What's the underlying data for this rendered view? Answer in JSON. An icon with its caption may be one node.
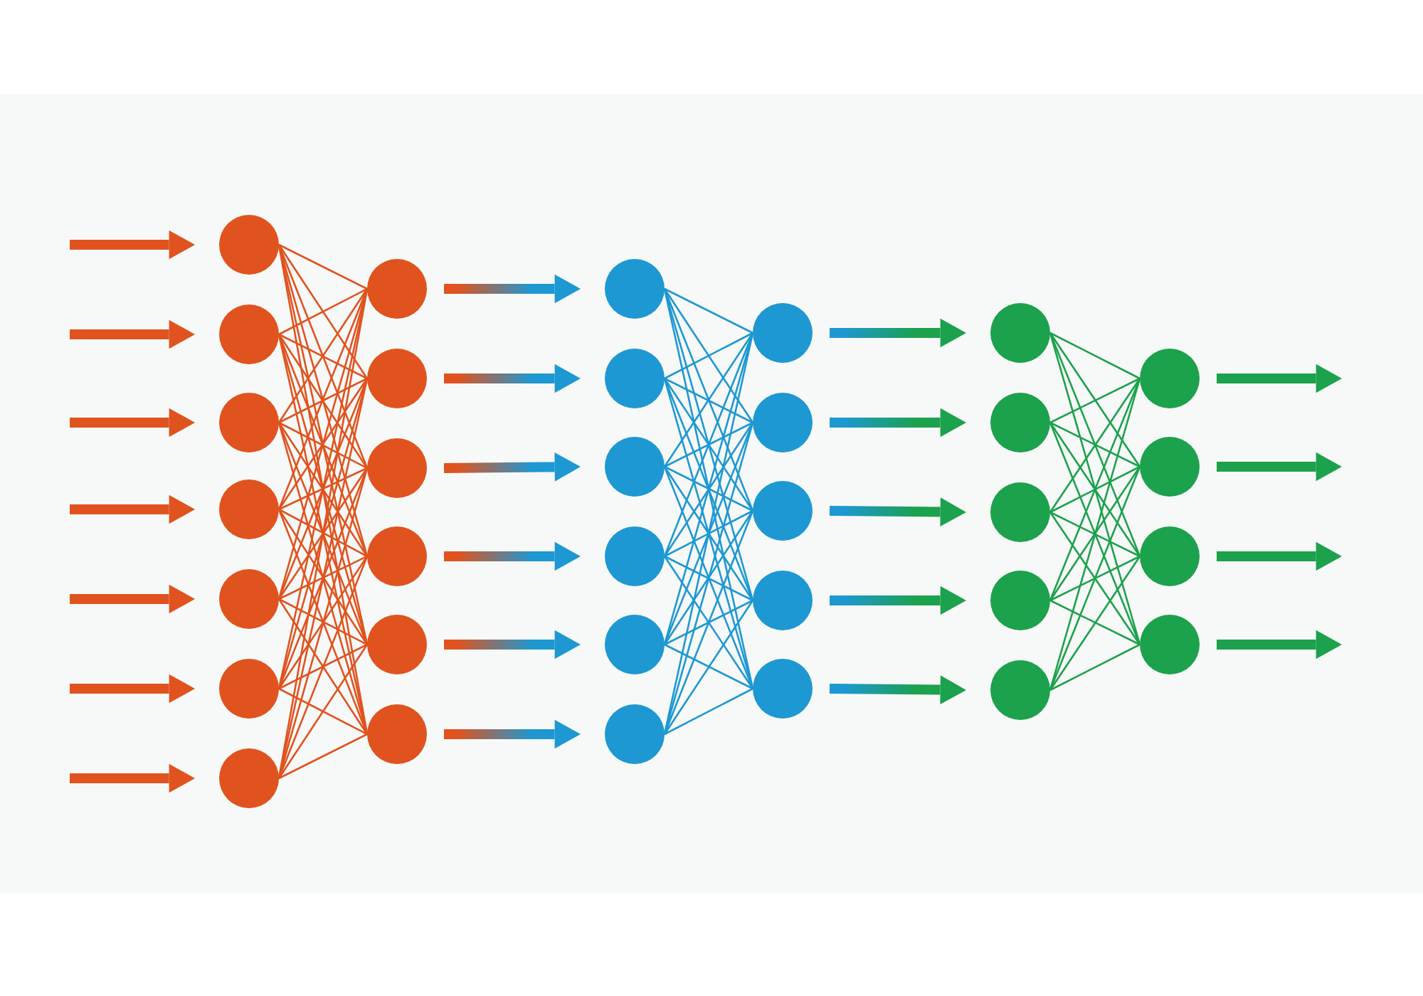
{
  "diagram": {
    "nodes": [
      {
        "text": [],
        "shape": "circle"
      },
      {
        "text": [],
        "shape": "circle"
      },
      {
        "text": [],
        "shape": "circle"
      },
      {
        "text": [],
        "shape": "circle"
      },
      {
        "text": [],
        "shape": "circle"
      },
      {
        "text": [],
        "shape": "circle"
      },
      {
        "text": [],
        "shape": "circle"
      },
      {
        "text": [],
        "shape": "circle"
      },
      {
        "text": [],
        "shape": "circle"
      },
      {
        "text": [],
        "shape": "circle"
      },
      {
        "text": [],
        "shape": "circle"
      },
      {
        "text": [],
        "shape": "circle"
      },
      {
        "text": [],
        "shape": "circle"
      },
      {
        "text": [],
        "shape": "circle"
      },
      {
        "text": [],
        "shape": "circle"
      },
      {
        "text": [],
        "shape": "circle"
      },
      {
        "text": [],
        "shape": "circle"
      },
      {
        "text": [],
        "shape": "circle"
      },
      {
        "text": [],
        "shape": "circle"
      },
      {
        "text": [],
        "shape": "circle"
      },
      {
        "text": [],
        "shape": "circle"
      },
      {
        "text": [],
        "shape": "circle"
      },
      {
        "text": [],
        "shape": "circle"
      },
      {
        "text": [],
        "shape": "circle"
      },
      {
        "text": [],
        "shape": "circle"
      },
      {
        "text": [],
        "shape": "circle"
      },
      {
        "text": [],
        "shape": "circle"
      },
      {
        "text": [],
        "shape": "circle"
      },
      {
        "text": [],
        "shape": "circle"
      },
      {
        "text": [],
        "shape": "circle"
      },
      {
        "text": [],
        "shape": "circle"
      },
      {
        "text": [],
        "shape": "circle"
      },
      {
        "text": [],
        "shape": "circle"
      }
    ],
    "edges": [
      {
        "from": null,
        "to": 0,
        "arrow": "to",
        "style": "thick"
      },
      {
        "from": null,
        "to": 1,
        "arrow": "to",
        "style": "thick"
      },
      {
        "from": null,
        "to": 2,
        "arrow": "to",
        "style": "thick"
      },
      {
        "from": null,
        "to": 3,
        "arrow": "to",
        "style": "thick"
      },
      {
        "from": null,
        "to": 4,
        "arrow": "to",
        "style": "thick"
      },
      {
        "from": null,
        "to": 5,
        "arrow": "to",
        "style": "thick"
      },
      {
        "from": null,
        "to": 6,
        "arrow": "to",
        "style": "thick"
      },
      {
        "from": 0,
        "to": 7,
        "arrow": "none"
      },
      {
        "from": 0,
        "to": 8,
        "arrow": "none"
      },
      {
        "from": 0,
        "to": 9,
        "arrow": "none"
      },
      {
        "from": 0,
        "to": 10,
        "arrow": "none"
      },
      {
        "from": 0,
        "to": 11,
        "arrow": "none"
      },
      {
        "from": 0,
        "to": 12,
        "arrow": "none"
      },
      {
        "from": 1,
        "to": 7,
        "arrow": "none"
      },
      {
        "from": 1,
        "to": 8,
        "arrow": "none"
      },
      {
        "from": 1,
        "to": 9,
        "arrow": "none"
      },
      {
        "from": 1,
        "to": 10,
        "arrow": "none"
      },
      {
        "from": 1,
        "to": 11,
        "arrow": "none"
      },
      {
        "from": 1,
        "to": 12,
        "arrow": "none"
      },
      {
        "from": 2,
        "to": 7,
        "arrow": "none"
      },
      {
        "from": 2,
        "to": 8,
        "arrow": "none"
      },
      {
        "from": 2,
        "to": 9,
        "arrow": "none"
      },
      {
        "from": 2,
        "to": 10,
        "arrow": "none"
      },
      {
        "from": 2,
        "to": 11,
        "arrow": "none"
      },
      {
        "from": 2,
        "to": 12,
        "arrow": "none"
      },
      {
        "from": 3,
        "to": 7,
        "arrow": "none"
      },
      {
        "from": 3,
        "to": 8,
        "arrow": "none"
      },
      {
        "from": 3,
        "to": 9,
        "arrow": "none"
      },
      {
        "from": 3,
        "to": 10,
        "arrow": "none"
      },
      {
        "from": 3,
        "to": 11,
        "arrow": "none"
      },
      {
        "from": 3,
        "to": 12,
        "arrow": "none"
      },
      {
        "from": 4,
        "to": 7,
        "arrow": "none"
      },
      {
        "from": 4,
        "to": 8,
        "arrow": "none"
      },
      {
        "from": 4,
        "to": 9,
        "arrow": "none"
      },
      {
        "from": 4,
        "to": 10,
        "arrow": "none"
      },
      {
        "from": 4,
        "to": 11,
        "arrow": "none"
      },
      {
        "from": 4,
        "to": 12,
        "arrow": "none"
      },
      {
        "from": 5,
        "to": 7,
        "arrow": "none"
      },
      {
        "from": 5,
        "to": 8,
        "arrow": "none"
      },
      {
        "from": 5,
        "to": 9,
        "arrow": "none"
      },
      {
        "from": 5,
        "to": 10,
        "arrow": "none"
      },
      {
        "from": 5,
        "to": 11,
        "arrow": "none"
      },
      {
        "from": 5,
        "to": 12,
        "arrow": "none"
      },
      {
        "from": 6,
        "to": 7,
        "arrow": "none"
      },
      {
        "from": 6,
        "to": 8,
        "arrow": "none"
      },
      {
        "from": 6,
        "to": 9,
        "arrow": "none"
      },
      {
        "from": 6,
        "to": 10,
        "arrow": "none"
      },
      {
        "from": 6,
        "to": 11,
        "arrow": "none"
      },
      {
        "from": 6,
        "to": 12,
        "arrow": "none"
      },
      {
        "from": 7,
        "to": 13,
        "arrow": "to",
        "style": "thick",
        "color": "#1d98d2"
      },
      {
        "from": 8,
        "to": 14,
        "arrow": "to",
        "style": "thick",
        "color": "#1d98d2"
      },
      {
        "from": 9,
        "to": 15,
        "arrow": "to",
        "style": "thick",
        "color": "#1d98d2"
      },
      {
        "from": 10,
        "to": 16,
        "arrow": "to",
        "style": "thick",
        "color": "#1d98d2"
      },
      {
        "from": 11,
        "to": 17,
        "arrow": "to",
        "style": "thick",
        "color": "#1d98d2"
      },
      {
        "from": 12,
        "to": 18,
        "arrow": "to",
        "style": "thick",
        "color": "#1d98d2"
      },
      {
        "from": 13,
        "to": 19,
        "arrow": "none",
        "color": "#1d98d2"
      },
      {
        "from": 13,
        "to": 20,
        "arrow": "none",
        "color": "#1d98d2"
      },
      {
        "from": 13,
        "to": 21,
        "arrow": "none",
        "color": "#1d98d2"
      },
      {
        "from": 13,
        "to": 22,
        "arrow": "none",
        "color": "#1d98d2"
      },
      {
        "from": 13,
        "to": 23,
        "arrow": "none",
        "color": "#1d98d2"
      },
      {
        "from": 14,
        "to": 19,
        "arrow": "none",
        "color": "#1d98d2"
      },
      {
        "from": 14,
        "to": 20,
        "arrow": "none",
        "color": "#1d98d2"
      },
      {
        "from": 14,
        "to": 21,
        "arrow": "none",
        "color": "#1d98d2"
      },
      {
        "from": 14,
        "to": 22,
        "arrow": "none",
        "color": "#1d98d2"
      },
      {
        "from": 14,
        "to": 23,
        "arrow": "none",
        "color": "#1d98d2"
      },
      {
        "from": 15,
        "to": 19,
        "arrow": "none",
        "color": "#1d98d2"
      },
      {
        "from": 15,
        "to": 20,
        "arrow": "none",
        "color": "#1d98d2"
      },
      {
        "from": 15,
        "to": 21,
        "arrow": "none",
        "color": "#1d98d2"
      },
      {
        "from": 15,
        "to": 22,
        "arrow": "none",
        "color": "#1d98d2"
      },
      {
        "from": 15,
        "to": 23,
        "arrow": "none",
        "color": "#1d98d2"
      },
      {
        "from": 16,
        "to": 19,
        "arrow": "none",
        "color": "#1d98d2"
      },
      {
        "from": 16,
        "to": 20,
        "arrow": "none",
        "color": "#1d98d2"
      },
      {
        "from": 16,
        "to": 21,
        "arrow": "none",
        "color": "#1d98d2"
      },
      {
        "from": 16,
        "to": 22,
        "arrow": "none",
        "color": "#1d98d2"
      },
      {
        "from": 16,
        "to": 23,
        "arrow": "none",
        "color": "#1d98d2"
      },
      {
        "from": 17,
        "to": 19,
        "arrow": "none",
        "color": "#1d98d2"
      },
      {
        "from": 17,
        "to": 20,
        "arrow": "none",
        "color": "#1d98d2"
      },
      {
        "from": 17,
        "to": 21,
        "arrow": "none",
        "color": "#1d98d2"
      },
      {
        "from": 17,
        "to": 22,
        "arrow": "none",
        "color": "#1d98d2"
      },
      {
        "from": 17,
        "to": 23,
        "arrow": "none",
        "color": "#1d98d2"
      },
      {
        "from": 18,
        "to": 19,
        "arrow": "none",
        "color": "#1d98d2"
      },
      {
        "from": 18,
        "to": 20,
        "arrow": "none",
        "color": "#1d98d2"
      },
      {
        "from": 18,
        "to": 21,
        "arrow": "none",
        "color": "#1d98d2"
      },
      {
        "from": 18,
        "to": 22,
        "arrow": "none",
        "color": "#1d98d2"
      },
      {
        "from": 18,
        "to": 23,
        "arrow": "none",
        "color": "#1d98d2"
      },
      {
        "from": 19,
        "to": 24,
        "arrow": "to",
        "style": "thick",
        "color": "#1ca14c"
      },
      {
        "from": 20,
        "to": 25,
        "arrow": "to",
        "style": "thick",
        "color": "#1ca14c"
      },
      {
        "from": 21,
        "to": 26,
        "arrow": "to",
        "style": "thick",
        "color": "#1ca14c"
      },
      {
        "from": 22,
        "to": 27,
        "arrow": "to",
        "style": "thick",
        "color": "#1ca14c"
      },
      {
        "from": 23,
        "to": 28,
        "arrow": "to",
        "style": "thick",
        "color": "#1ca14c"
      },
      {
        "from": 24,
        "to": 29,
        "arrow": "none",
        "color": "#1ca14c"
      },
      {
        "from": 24,
        "to": 30,
        "arrow": "none",
        "color": "#1ca14c"
      },
      {
        "from": 24,
        "to": 31,
        "arrow": "none",
        "color": "#1ca14c"
      },
      {
        "from": 24,
        "to": 32,
        "arrow": "none",
        "color": "#1ca14c"
      },
      {
        "from": 25,
        "to": 29,
        "arrow": "none",
        "color": "#1ca14c"
      },
      {
        "from": 25,
        "to": 30,
        "arrow": "none",
        "color": "#1ca14c"
      },
      {
        "from": 25,
        "to": 31,
        "arrow": "none",
        "color": "#1ca14c"
      },
      {
        "from": 25,
        "to": 32,
        "arrow": "none",
        "color": "#1ca14c"
      },
      {
        "from": 26,
        "to": 29,
        "arrow": "none",
        "color": "#1ca14c"
      },
      {
        "from": 26,
        "to": 30,
        "arrow": "none",
        "color": "#1ca14c"
      },
      {
        "from": 26,
        "to": 31,
        "arrow": "none",
        "color": "#1ca14c"
      },
      {
        "from": 26,
        "to": 32,
        "arrow": "none",
        "color": "#1ca14c"
      },
      {
        "from": 27,
        "to": 29,
        "arrow": "none",
        "color": "#1ca14c"
      },
      {
        "from": 27,
        "to": 30,
        "arrow": "none",
        "color": "#1ca14c"
      },
      {
        "from": 27,
        "to": 31,
        "arrow": "none",
        "color": "#1ca14c"
      },
      {
        "from": 27,
        "to": 32,
        "arrow": "none",
        "color": "#1ca14c"
      },
      {
        "from": 28,
        "to": 29,
        "arrow": "none",
        "color": "#1ca14c"
      },
      {
        "from": 28,
        "to": 30,
        "arrow": "none",
        "color": "#1ca14c"
      },
      {
        "from": 28,
        "to": 31,
        "arrow": "none",
        "color": "#1ca14c"
      },
      {
        "from": 28,
        "to": 32,
        "arrow": "none",
        "color": "#1ca14c"
      },
      {
        "from": 29,
        "to": null,
        "arrow": "to",
        "style": "thick",
        "color": "#1ca14c"
      },
      {
        "from": 30,
        "to": null,
        "arrow": "to",
        "style": "thick",
        "color": "#1ca14c"
      },
      {
        "from": 31,
        "to": null,
        "arrow": "to",
        "style": "thick",
        "color": "#1ca14c"
      },
      {
        "from": 32,
        "to": null,
        "arrow": "to",
        "style": "thick",
        "color": "#1ca14c"
      }
    ]
  }
}
